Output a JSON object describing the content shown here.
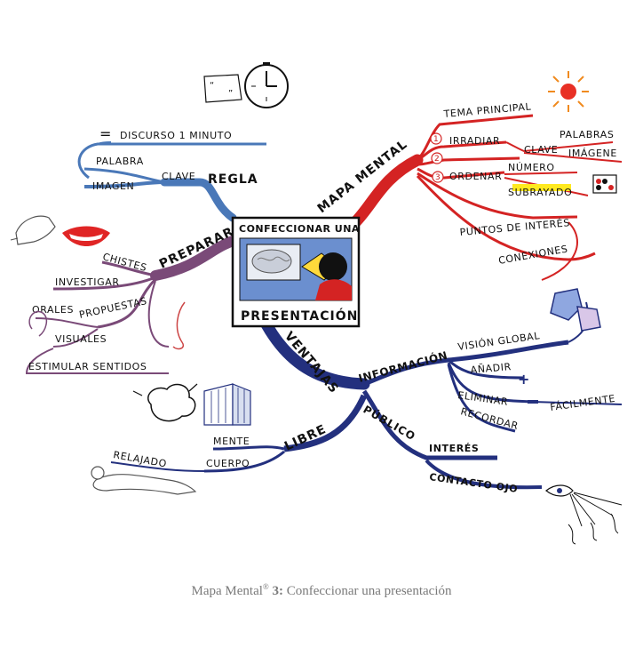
{
  "center": {
    "top_label": "CONFECCIONAR UNA",
    "bottom_label": "PRESENTACIÓN"
  },
  "branches": {
    "regla": {
      "title": "REGLA",
      "items": [
        "DISCURSO 1 MINUTO",
        "PALABRA",
        "CLAVE",
        "IMAGEN"
      ],
      "equals_sign": "="
    },
    "preparar": {
      "title": "PREPARAR",
      "items": [
        "CHISTES",
        "INVESTIGAR",
        "ORALES",
        "PROPUESTAS",
        "VISUALES",
        "ESTIMULAR SENTIDOS"
      ]
    },
    "mapa_mental": {
      "title": "MAPA MENTAL",
      "steps": [
        {
          "num": "1",
          "label": "IRRADIAR"
        },
        {
          "num": "2",
          "label": "CLAVE"
        },
        {
          "num": "3",
          "label": "ORDENAR"
        }
      ],
      "items": [
        "TEMA PRINCIPAL",
        "PALABRAS",
        "IMÁGENE",
        "NÚMERO",
        "SUBRAYADO",
        "PUNTOS DE INTERÉS",
        "CONEXIONES"
      ]
    },
    "ventajas": {
      "title": "VENTAJAS",
      "informacion": {
        "title": "INFORMACIÓN",
        "items": [
          "VISIÓN GLOBAL",
          "AÑADIR",
          "ELIMINAR",
          "RECORDAR",
          "FÁCILMENTE"
        ]
      },
      "publico": {
        "title": "PÚBLICO",
        "items": [
          "INTERÉS",
          "CONTACTO OJO"
        ]
      },
      "libre": {
        "title": "LIBRE",
        "items": [
          "MENTE",
          "CUERPO",
          "RELAJADO"
        ]
      }
    }
  },
  "caption": {
    "prefix": "Mapa Mental",
    "mark": "®",
    "number": " 3:",
    "text": " Confeccionar una presentación"
  },
  "colors": {
    "mapa_mental": "#d42323",
    "preparar": "#7a4a78",
    "regla": "#4a78b8",
    "ventajas": "#23307e",
    "center_border": "#111111",
    "center_fill": "#6b8fcf"
  }
}
